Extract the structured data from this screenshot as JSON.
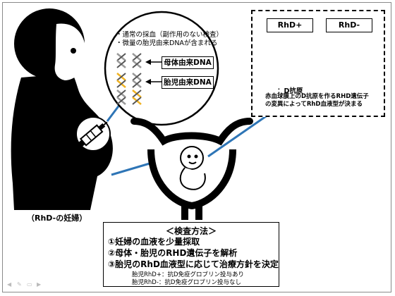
{
  "woman_label": "（RhD-の妊婦）",
  "circle_note": {
    "line1": "・通常の採血（副作用のない検査）",
    "line2": "・微量の胎児由来DNAが含まれる"
  },
  "dna_labels": {
    "maternal": "母体由来DNA",
    "fetal": "胎児由来DNA"
  },
  "rh_panel": {
    "positive": "RhD+",
    "negative": "RhD-",
    "antigen_title": "：D抗原",
    "antigen_desc_line1": "赤血球膜上のD抗原を作るRHD遺伝子",
    "antigen_desc_line2": "の変異によってRhD血液型が決まる"
  },
  "method": {
    "title": "＜検査方法＞",
    "step1": "①妊婦の血液を少量採取",
    "step2": "②母体・胎児のRHD遺伝子を解析",
    "step3": "③胎児のRhD血液型に応じて治療方針を決定",
    "note1": "胎児RhD+：抗D免疫グロブリン投与あり",
    "note2": "胎児RhD-：抗D免疫グロブリン投与なし"
  },
  "colors": {
    "silhouette": "#000000",
    "connector": "#2e75b6",
    "rbc": "#c1121f",
    "rbc_dark": "#7a0a12",
    "antigen": "#f2d13a",
    "dna_yellow": "#f0b323",
    "dna_grey": "#9a9a9a"
  }
}
